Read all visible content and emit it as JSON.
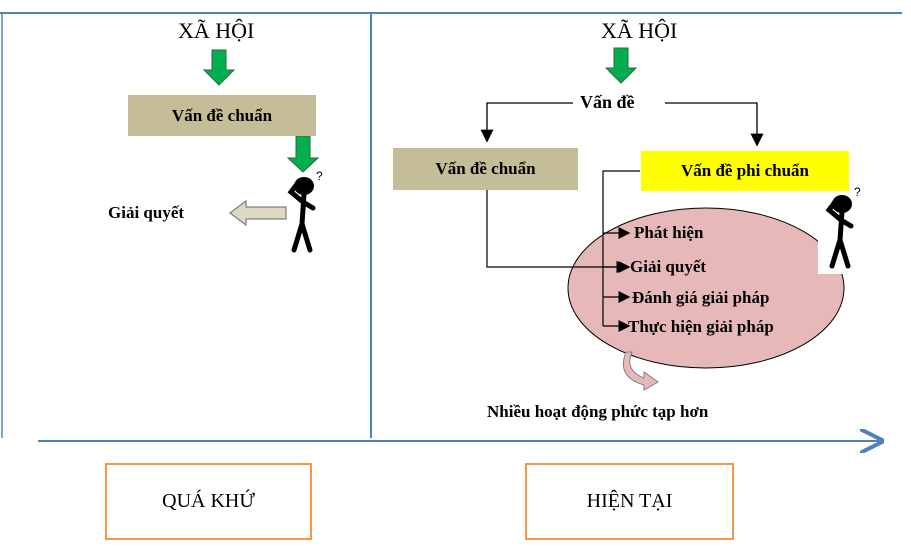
{
  "left": {
    "society": "XÃ HỘI",
    "standard_problem": "Vấn đề chuẩn",
    "solve": "Giải quyết"
  },
  "right": {
    "society": "XÃ HỘI",
    "problem": "Vấn đề",
    "standard_problem": "Vấn đề chuẩn",
    "nonstandard_problem": "Vấn đề phi chuẩn",
    "steps": [
      "Phát hiện",
      "Giải quyết",
      "Đánh giá giải pháp",
      "Thực hiện giải pháp"
    ],
    "complex_note": "Nhiều hoạt động phức tạp hơn"
  },
  "eras": {
    "past": "QUÁ KHỨ",
    "present": "HIỆN TẠI"
  },
  "colors": {
    "arrow_green": "#00b050",
    "khaki": "#c4bd97",
    "yellow": "#ffff00",
    "ellipse_fill": "#e6b9b8",
    "timeline_blue": "#4f81bd",
    "era_border": "#f79646"
  }
}
